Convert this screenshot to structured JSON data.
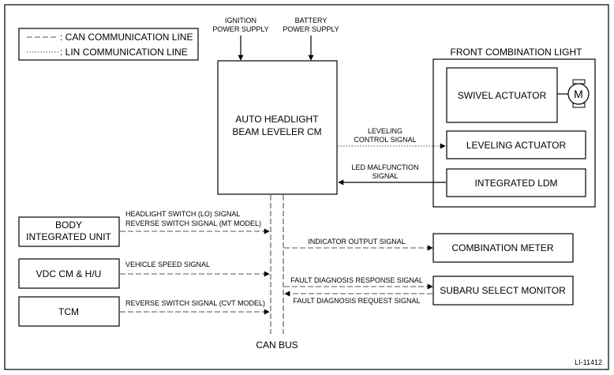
{
  "legend": {
    "can": ": CAN COMMUNICATION LINE",
    "lin": ": LIN COMMUNICATION LINE"
  },
  "supplies": {
    "ignition": [
      "IGNITION",
      "POWER SUPPLY"
    ],
    "battery": [
      "BATTERY",
      "POWER SUPPLY"
    ]
  },
  "modules": {
    "auto_headlight": [
      "AUTO HEADLIGHT",
      "BEAM LEVELER CM"
    ],
    "body_integrated": [
      "BODY",
      "INTEGRATED UNIT"
    ],
    "vdc": "VDC CM & H/U",
    "tcm": "TCM",
    "combination_meter": "COMBINATION METER",
    "select_monitor": "SUBARU SELECT MONITOR"
  },
  "front_light": {
    "title": "FRONT COMBINATION LIGHT",
    "swivel": "SWIVEL ACTUATOR",
    "motor": "M",
    "leveling": "LEVELING ACTUATOR",
    "ldm": "INTEGRATED LDM"
  },
  "signals": {
    "leveling_control": [
      "LEVELING",
      "CONTROL SIGNAL"
    ],
    "led_malfunction": [
      "LED MALFUNCTION",
      "SIGNAL"
    ],
    "headlight_switch": "HEADLIGHT SWITCH (LO) SIGNAL",
    "reverse_mt": "REVERSE SWITCH SIGNAL (MT MODEL)",
    "indicator_output": "INDICATOR OUTPUT SIGNAL",
    "vehicle_speed": "VEHICLE SPEED SIGNAL",
    "fault_response": "FAULT DIAGNOSIS RESPONSE SIGNAL",
    "fault_request": "FAULT DIAGNOSIS REQUEST SIGNAL",
    "reverse_cvt": "REVERSE SWITCH SIGNAL (CVT MODEL)"
  },
  "bus_label": "CAN BUS",
  "figure_id": "LI-11412"
}
